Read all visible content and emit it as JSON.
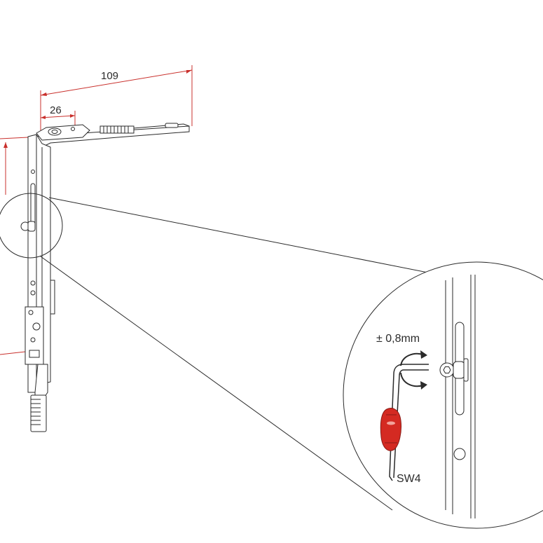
{
  "dimensions": {
    "width_label": "109",
    "offset_label": "26"
  },
  "detail": {
    "adjustment_label": "± 0,8mm",
    "tool_label": "SW4"
  },
  "colors": {
    "dimension_line": "#c9302c",
    "tool_handle": "#d42a22",
    "outline": "#2a2a2a",
    "background": "#ffffff"
  },
  "icons": {
    "rotation_arrows": "rotate-both-directions-icon",
    "hex_key": "allen-key-icon"
  }
}
